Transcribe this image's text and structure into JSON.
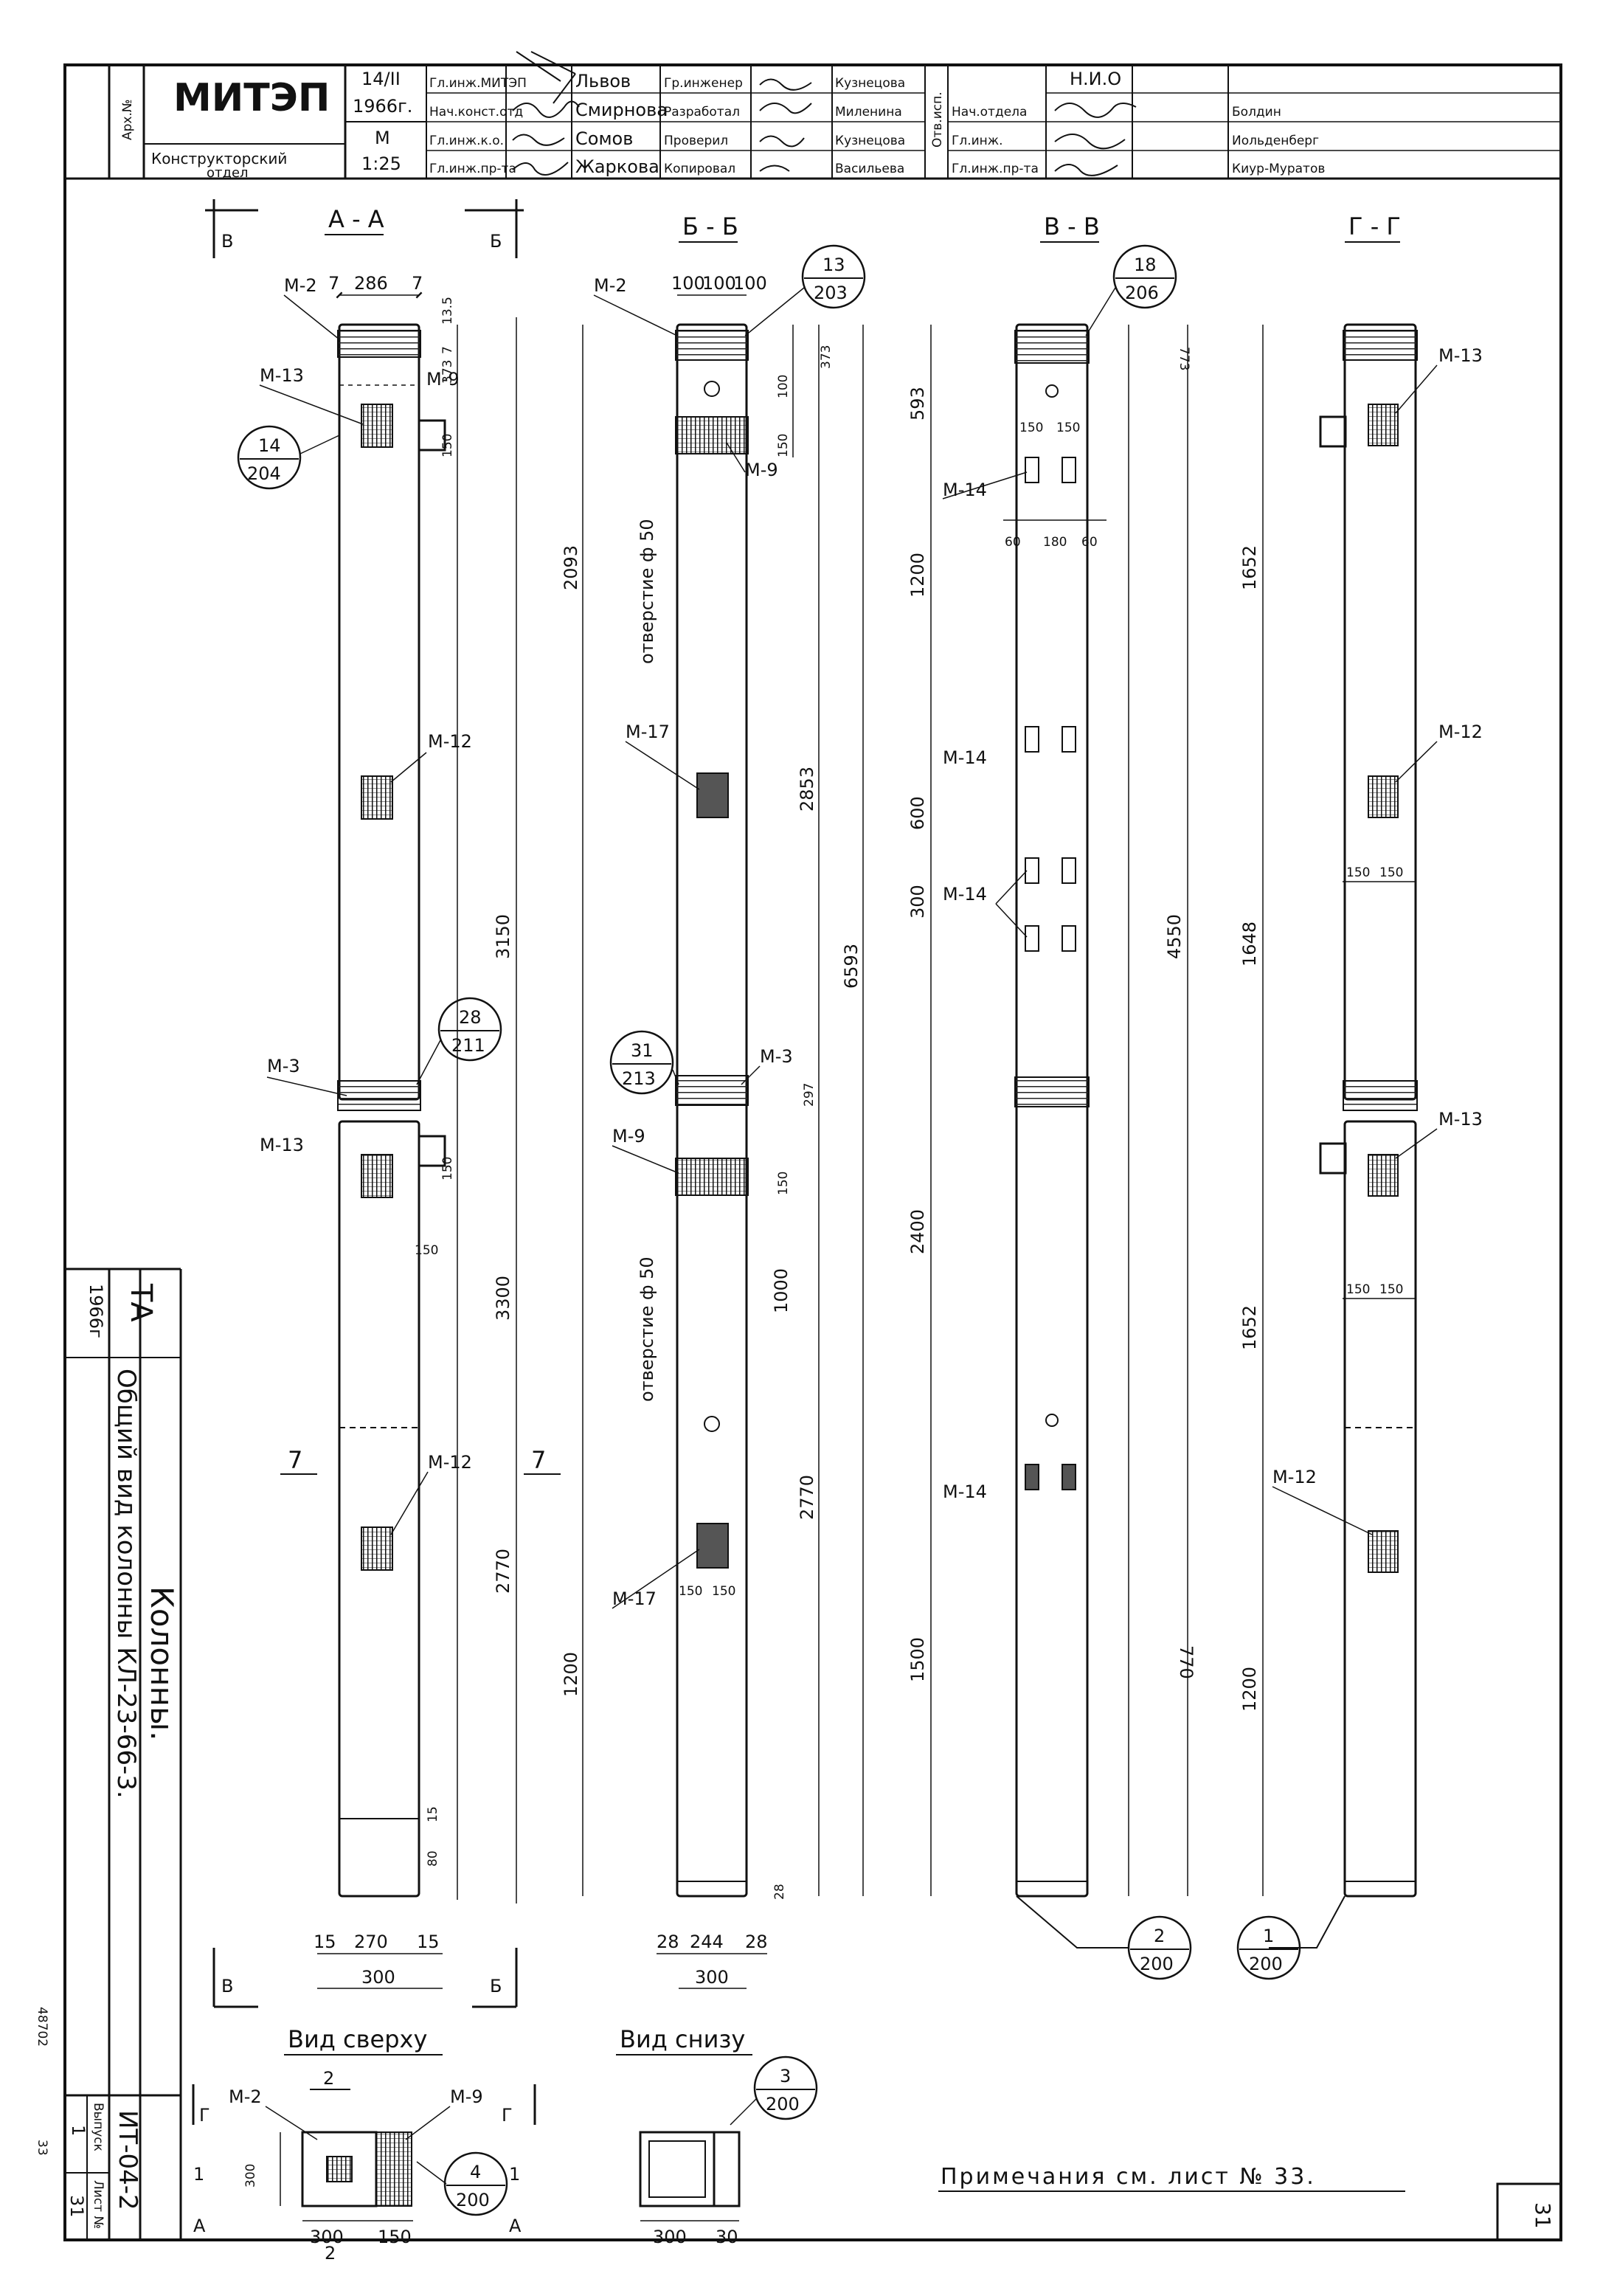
{
  "title_block": {
    "arch_no": "Арх.№",
    "org": "МИТЭП",
    "dept_line1": "Конструкторский",
    "dept_line2": "отдел",
    "date_top": "14/II",
    "date_year": "1966г.",
    "scale_label": "М",
    "scale_value": "1:25",
    "roles_left": [
      "Гл.инж.МИТЭП",
      "Нач.конст.отд",
      "Гл.инж.к.о.",
      "Гл.инж.пр-та"
    ],
    "names_left": [
      "Львов",
      "Смирнова",
      "Сомов",
      "Жаркова"
    ],
    "roles_mid": [
      "Гр.инженер",
      "Разработал",
      "Проверил",
      "Копировал"
    ],
    "names_mid": [
      "Кузнецова",
      "Миленина",
      "Кузнецова",
      "Васильева"
    ],
    "stamp_label": "Отв.исп.",
    "roles_right": [
      "Нач.отдела",
      "Гл.инж.",
      "Гл.инж.пр-та"
    ],
    "hio": "Н.И.О",
    "names_right": [
      "Болдин",
      "Иольденберг",
      "Киур-Муратов"
    ]
  },
  "side_block": {
    "mark": "ТА",
    "year": "1966г",
    "title": "Колонны.",
    "subtitle": "Общий вид колонны КЛ-23-66-3.",
    "code": "ИТ-04-2",
    "issue_label": "Выпуск",
    "issue": "1",
    "sheet_label": "Лист №",
    "sheet": "31",
    "stamp_no": "48702",
    "corner": "33"
  },
  "sections": {
    "aa": "А - А",
    "bb": "Б - Б",
    "vv": "В - В",
    "gg": "Г - Г",
    "top_view": "Вид сверху",
    "bottom_view": "Вид снизу"
  },
  "marks": {
    "m2": "М-2",
    "m3": "М-3",
    "m9": "М-9",
    "m12": "М-12",
    "m13": "М-13",
    "m14": "М-14",
    "m17": "М-17"
  },
  "cut_letters": {
    "v": "В",
    "b": "Б",
    "g": "Г",
    "a": "А",
    "one": "1",
    "two": "2",
    "seven": "7"
  },
  "callouts": [
    {
      "num": "14",
      "den": "204"
    },
    {
      "num": "28",
      "den": "211"
    },
    {
      "num": "13",
      "den": "203"
    },
    {
      "num": "31",
      "den": "213"
    },
    {
      "num": "18",
      "den": "206"
    },
    {
      "num": "2",
      "den": "200"
    },
    {
      "num": "1",
      "den": "200"
    },
    {
      "num": "3",
      "den": "200"
    },
    {
      "num": "4",
      "den": "200"
    }
  ],
  "dims": {
    "aa_top": [
      "7",
      "286",
      "7"
    ],
    "aa_small": [
      "13.5",
      "7",
      "373",
      "150"
    ],
    "aa_long": [
      "3150",
      "3300",
      "2770"
    ],
    "aa_low": [
      "150",
      "150",
      "15",
      "80"
    ],
    "aa_bottom": [
      "15",
      "270",
      "15",
      "300"
    ],
    "bb_top": [
      "100",
      "100",
      "100"
    ],
    "bb_right": [
      "100",
      "373",
      "150"
    ],
    "bb_long": [
      "2093",
      "2853",
      "6593",
      "297",
      "150",
      "1000",
      "2770",
      "1200"
    ],
    "bb_hole": "отверстие ф 50",
    "bb_pair": [
      "150",
      "150"
    ],
    "bb_small": [
      "28"
    ],
    "bb_bottom": [
      "28",
      "244",
      "28",
      "300"
    ],
    "vv_left": [
      "593",
      "1200",
      "600",
      "300",
      "2400",
      "1500"
    ],
    "vv_pair": [
      "150",
      "150"
    ],
    "vv_sub": [
      "60",
      "180",
      "60"
    ],
    "vv_right": [
      "4550",
      "770",
      "773"
    ],
    "gg_left": [
      "1652",
      "1648",
      "1652",
      "1200"
    ],
    "gg_pair": [
      "150",
      "150"
    ],
    "top_view": [
      "300",
      "150",
      "300"
    ],
    "bottom_view": [
      "300",
      "30"
    ]
  },
  "note": "Примечания см. лист № 33."
}
